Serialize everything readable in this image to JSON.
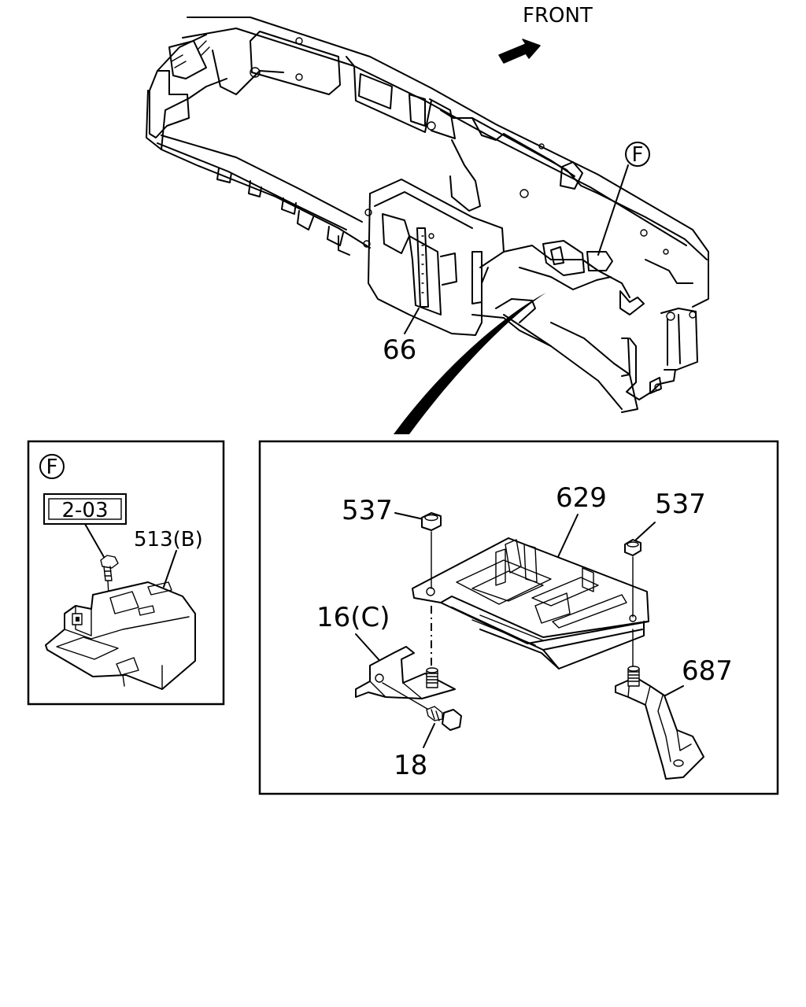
{
  "direction_label": "FRONT",
  "detail_marker": "F",
  "main_part": {
    "callout": "66"
  },
  "detail_f": {
    "marker": "F",
    "ref_box": "2-03",
    "part": {
      "callout": "513(B)"
    }
  },
  "detail_assembly": {
    "nut_left": {
      "callout": "537"
    },
    "nut_right": {
      "callout": "537"
    },
    "bracket_top": {
      "callout": "629"
    },
    "bracket_left": {
      "callout": "16(C)"
    },
    "bracket_right": {
      "callout": "687"
    },
    "bolt": {
      "callout": "18"
    }
  }
}
